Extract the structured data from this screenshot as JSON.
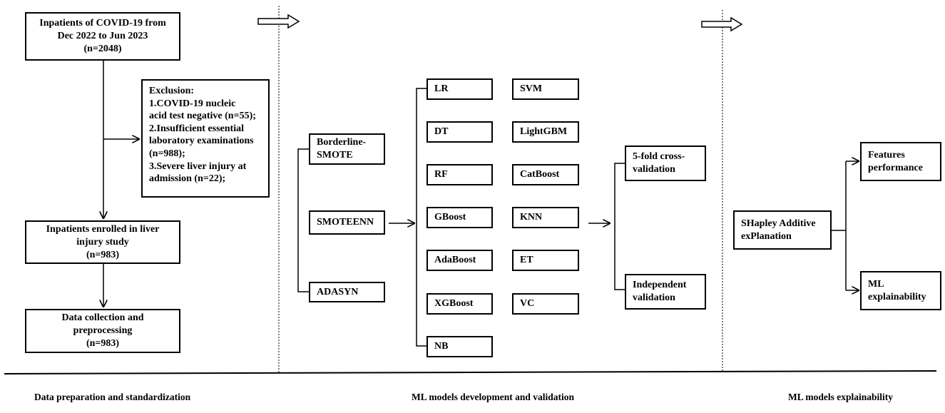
{
  "preparation": {
    "inpatients_box": [
      "Inpatients of COVID-19 from",
      "Dec 2022 to Jun 2023",
      "(n=2048)"
    ],
    "exclusion_box": [
      "Exclusion:",
      "1.COVID-19 nucleic",
      "acid test negative (n=55);",
      "2.Insufficient essential",
      "laboratory examinations",
      "(n=988);",
      "3.Severe liver injury at",
      "admission (n=22);"
    ],
    "enrolled_box": [
      "Inpatients enrolled in liver",
      "injury study",
      "(n=983)"
    ],
    "collection_box": [
      "Data collection and",
      "preprocessing",
      "(n=983)"
    ]
  },
  "sampling_methods": [
    [
      "Borderline-",
      "SMOTE"
    ],
    [
      "SMOTEENN"
    ],
    [
      "ADASYN"
    ]
  ],
  "models_left": [
    "LR",
    "DT",
    "RF",
    "GBoost",
    "AdaBoost",
    "XGBoost",
    "NB"
  ],
  "models_right": [
    "SVM",
    "LightGBM",
    "CatBoost",
    "KNN",
    "ET",
    "VC"
  ],
  "validation": [
    [
      "5-fold cross-",
      "validation"
    ],
    [
      "Independent",
      "validation"
    ]
  ],
  "explainability": {
    "shap_box": [
      "SHapley Additive",
      "exPlanation"
    ],
    "outputs": [
      [
        "Features",
        "performance"
      ],
      [
        "ML",
        "explainability"
      ]
    ]
  },
  "captions": {
    "left": "Data preparation and standardization",
    "middle": "ML models development and validation",
    "right": "ML models explainability"
  }
}
